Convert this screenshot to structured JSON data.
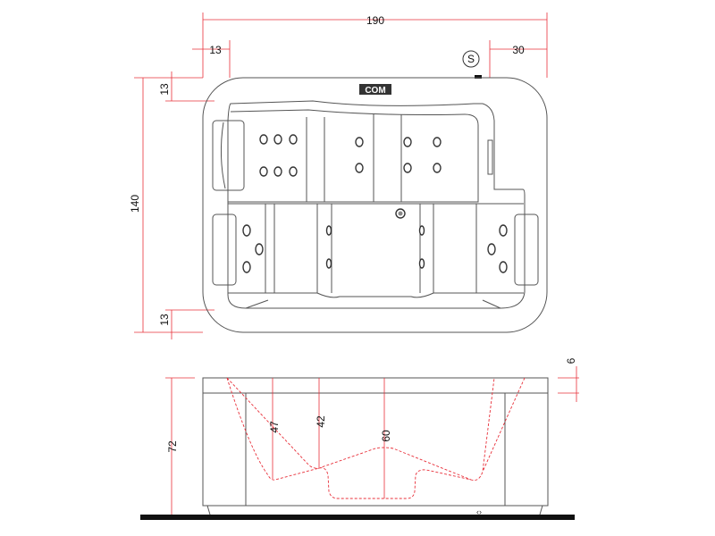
{
  "top_view": {
    "brand_label": "COM",
    "service_marker": "S",
    "dimensions": {
      "length": "190",
      "width": "140",
      "rim_left": "13",
      "rim_top": "13",
      "rim_bottom": "13",
      "service_offset": "30"
    }
  },
  "side_view": {
    "dimensions": {
      "height": "72",
      "rim_thickness": "6",
      "seat_depth_1": "47",
      "seat_depth_2": "42",
      "max_depth": "60"
    }
  },
  "colors": {
    "dimension": "#e8303a",
    "outline": "#555555",
    "ground": "#111111"
  }
}
